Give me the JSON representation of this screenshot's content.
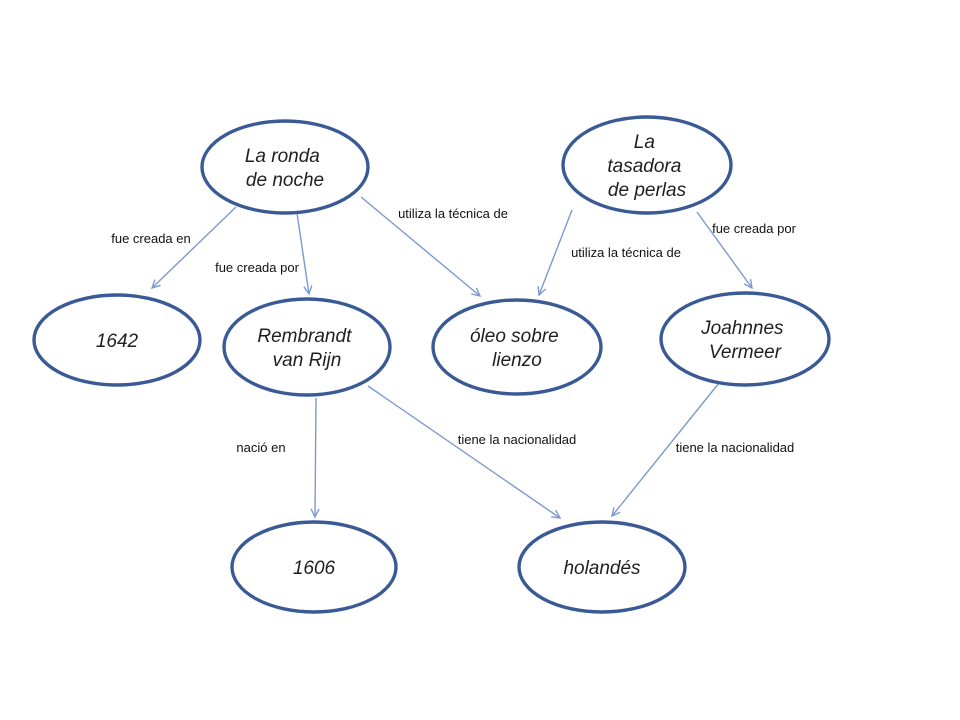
{
  "diagram": {
    "type": "concept-map",
    "language": "es",
    "colors": {
      "background": "#FFFFFF",
      "node_stroke": "#3A5A96",
      "node_fill": "#FFFFFF",
      "edge_line": "#7C9AD0",
      "node_text": "#1F1F1F",
      "edge_text": "#111111"
    },
    "nodes": [
      {
        "id": "la-ronda-de-noche",
        "label": "La ronda de noche",
        "lines": [
          "La ronda",
          "de noche"
        ]
      },
      {
        "id": "la-tasadora-de-perlas",
        "label": "La tasadora de perlas",
        "lines": [
          "La",
          "tasadora",
          "de perlas"
        ]
      },
      {
        "id": "1642",
        "label": "1642",
        "lines": [
          "1642"
        ]
      },
      {
        "id": "rembrandt-van-rijn",
        "label": "Rembrandt van Rijn",
        "lines": [
          "Rembrandt",
          "van Rijn"
        ]
      },
      {
        "id": "oleo-sobre-lienzo",
        "label": "óleo sobre lienzo",
        "lines": [
          "óleo sobre",
          "lienzo"
        ]
      },
      {
        "id": "joahnnes-vermeer",
        "label": "Joahnnes Vermeer",
        "lines": [
          "Joahnnes",
          "Vermeer"
        ]
      },
      {
        "id": "1606",
        "label": "1606",
        "lines": [
          "1606"
        ]
      },
      {
        "id": "holandes",
        "label": "holandés",
        "lines": [
          "holandés"
        ]
      }
    ],
    "edges": [
      {
        "from": "la-ronda-de-noche",
        "to": "1642",
        "label": "fue creada en"
      },
      {
        "from": "la-ronda-de-noche",
        "to": "rembrandt-van-rijn",
        "label": "fue creada por"
      },
      {
        "from": "la-ronda-de-noche",
        "to": "oleo-sobre-lienzo",
        "label": "utiliza la técnica de"
      },
      {
        "from": "la-tasadora-de-perlas",
        "to": "oleo-sobre-lienzo",
        "label": "utiliza la técnica de"
      },
      {
        "from": "la-tasadora-de-perlas",
        "to": "joahnnes-vermeer",
        "label": "fue creada por"
      },
      {
        "from": "rembrandt-van-rijn",
        "to": "1606",
        "label": "nació en"
      },
      {
        "from": "rembrandt-van-rijn",
        "to": "holandes",
        "label": "tiene la nacionalidad"
      },
      {
        "from": "joahnnes-vermeer",
        "to": "holandes",
        "label": "tiene la nacionalidad"
      }
    ]
  }
}
